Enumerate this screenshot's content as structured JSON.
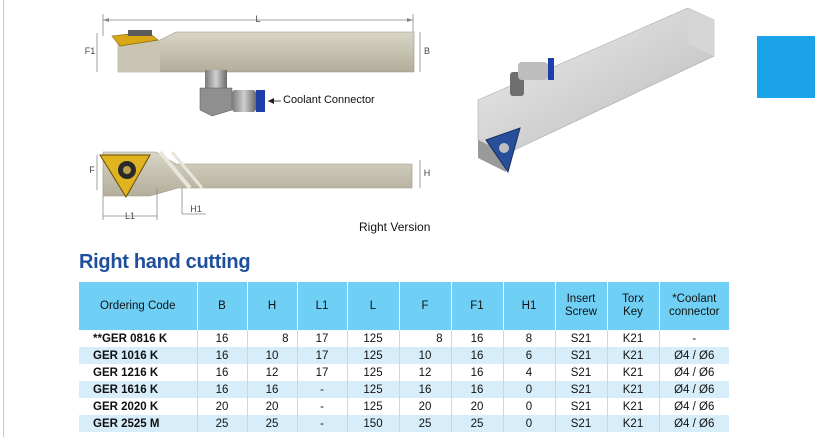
{
  "drawing": {
    "dimension_labels": {
      "L": "L",
      "F1": "F1",
      "B": "B",
      "F": "F",
      "H": "H",
      "L1": "L1",
      "H1": "H1"
    },
    "coolant_label": "Coolant Connector",
    "right_version_label": "Right Version"
  },
  "section_title": "Right hand cutting",
  "table": {
    "headers": [
      "Ordering Code",
      "B",
      "H",
      "L1",
      "L",
      "F",
      "F1",
      "H1",
      "Insert\nScrew",
      "Torx\nKey",
      "*Coolant\nconnector"
    ],
    "rows": [
      [
        "**GER 0816 K",
        "16",
        "8",
        "17",
        "125",
        "8",
        "16",
        "8",
        "S21",
        "K21",
        "-"
      ],
      [
        "GER 1016 K",
        "16",
        "10",
        "17",
        "125",
        "10",
        "16",
        "6",
        "S21",
        "K21",
        "Ø4 / Ø6"
      ],
      [
        "GER 1216 K",
        "16",
        "12",
        "17",
        "125",
        "12",
        "16",
        "4",
        "S21",
        "K21",
        "Ø4 / Ø6"
      ],
      [
        "GER 1616 K",
        "16",
        "16",
        "-",
        "125",
        "16",
        "16",
        "0",
        "S21",
        "K21",
        "Ø4 / Ø6"
      ],
      [
        "GER 2020 K",
        "20",
        "20",
        "-",
        "125",
        "20",
        "20",
        "0",
        "S21",
        "K21",
        "Ø4 / Ø6"
      ],
      [
        "GER 2525 M",
        "25",
        "25",
        "-",
        "150",
        "25",
        "25",
        "0",
        "S21",
        "K21",
        "Ø4 / Ø6"
      ]
    ]
  },
  "colors": {
    "title": "#1f4e9c",
    "header_bg": "#6fcff4",
    "row_alt_bg": "#d7eefa",
    "accent_tab": "#1aa3e8"
  }
}
